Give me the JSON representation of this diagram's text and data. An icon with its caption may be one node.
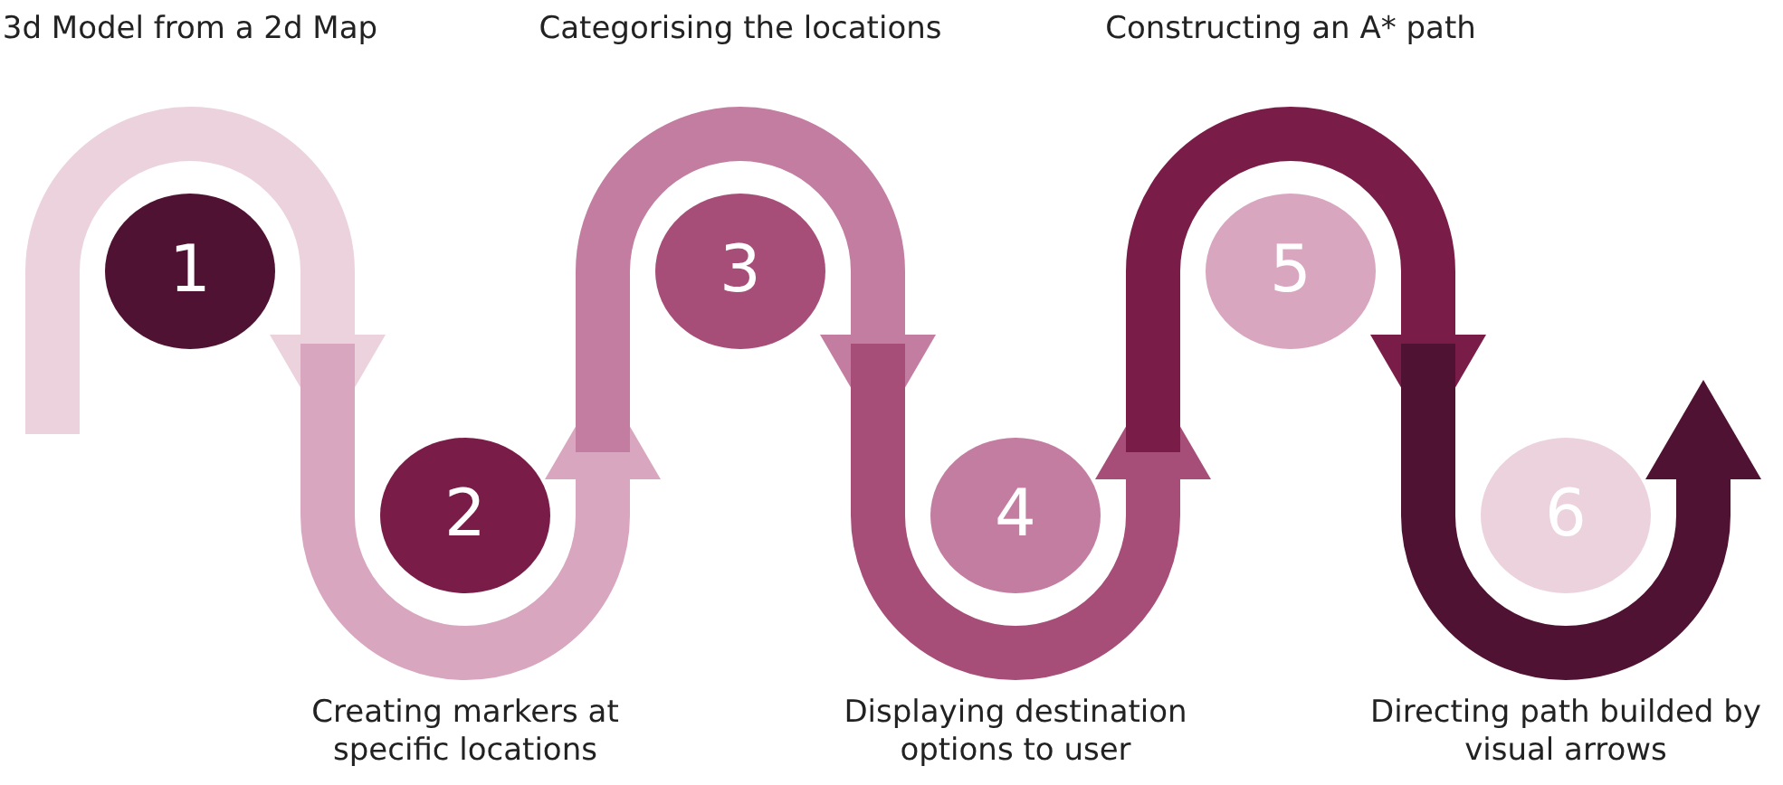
{
  "diagram": {
    "nodes": [
      {
        "text": [
          "1"
        ]
      },
      {
        "text": [
          "2"
        ]
      },
      {
        "text": [
          "3"
        ]
      },
      {
        "text": [
          "4"
        ]
      },
      {
        "text": [
          "5"
        ]
      },
      {
        "text": [
          "6"
        ]
      }
    ],
    "labels": [
      "3d Model from a 2d Map",
      "Creating markers at specific locations",
      "Categorising the locations",
      "Displaying destination options to user",
      "Constructing an A* path",
      "Directing path builded by visual arrows"
    ]
  }
}
